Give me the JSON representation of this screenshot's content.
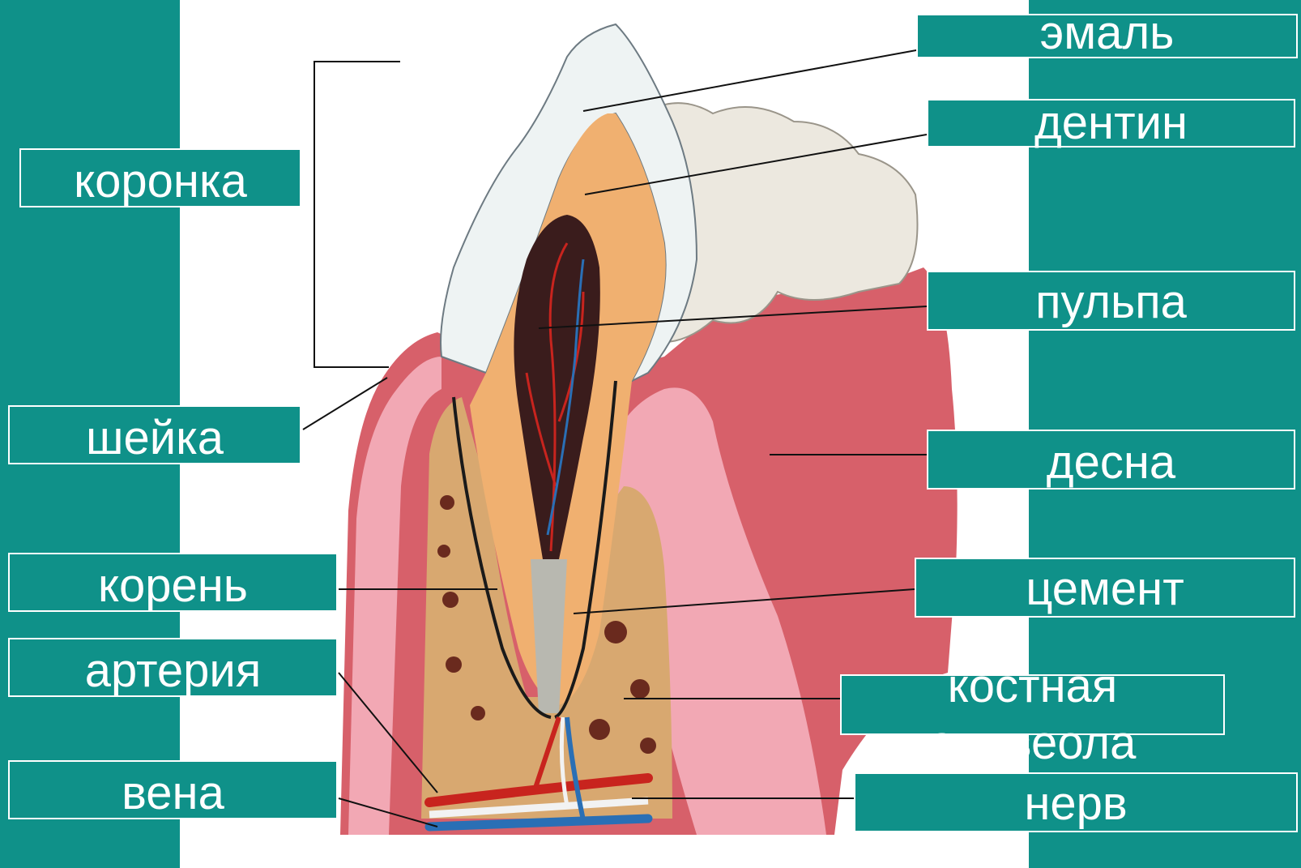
{
  "labels": {
    "koronka": "коронка",
    "sheika": "шейка",
    "koren": "корень",
    "arteria": "артерия",
    "vena": "вена",
    "emal": "эмаль",
    "dentin": "дентин",
    "pulpa": "пульпа",
    "desna": "десна",
    "cement": "цемент",
    "kostnaya_alveola": "костная\nальвеола",
    "nerv": "нерв"
  },
  "colors": {
    "panel": "#0f9189",
    "enamel": "#eef3f3",
    "dentin": "#f0b070",
    "pulp": "#3a1c1c",
    "gum": "#d7606a",
    "gum_light": "#f2a8b4",
    "bone": "#d8a870",
    "artery": "#c8241e",
    "vein": "#2a6fb5",
    "nerve": "#f2f2f2"
  }
}
